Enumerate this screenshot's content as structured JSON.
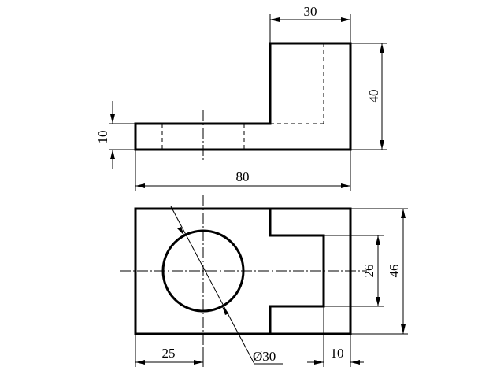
{
  "drawing": {
    "top_view": {
      "dim_top_width": "30",
      "dim_right_height": "40",
      "dim_left_height": "10",
      "dim_overall_width": "80"
    },
    "front_view": {
      "dim_slot_height": "26",
      "dim_overall_height": "46",
      "dim_hole_offset": "25",
      "dim_hole_diameter": "Ø30",
      "dim_slot_depth": "10"
    }
  }
}
